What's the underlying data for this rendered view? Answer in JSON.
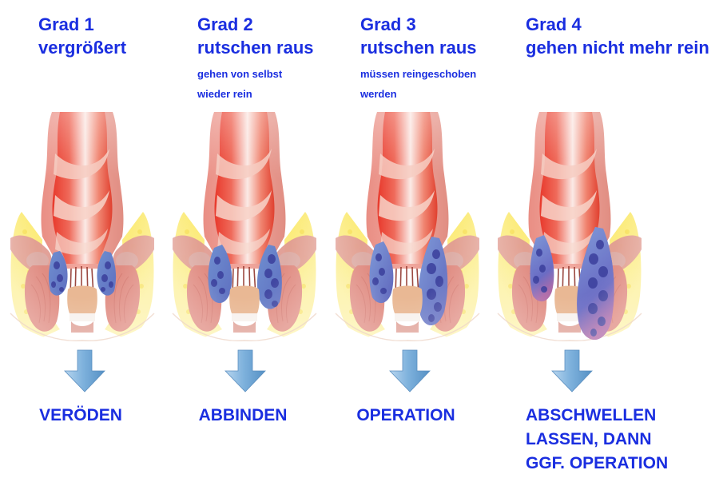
{
  "meta": {
    "accent_blue": "#1a2ee0",
    "arrow_blue_light": "#8ec0e8",
    "arrow_blue_dark": "#4a8fcc",
    "background": "#ffffff"
  },
  "panels": [
    {
      "grade": "Grad 1",
      "description": "vergrößert",
      "notes": [],
      "arrow": "down-arrow-icon",
      "illustration": "hemorrhoid-grade-1-cross-section",
      "treatment": [
        "VERÖDEN"
      ]
    },
    {
      "grade": "Grad 2",
      "description": "rutschen raus",
      "notes": [
        "gehen von selbst",
        "wieder rein"
      ],
      "arrow": "down-arrow-icon",
      "illustration": "hemorrhoid-grade-2-cross-section",
      "treatment": [
        "ABBINDEN"
      ]
    },
    {
      "grade": "Grad 3",
      "description": "rutschen raus",
      "notes": [
        "müssen reingeschoben",
        "werden"
      ],
      "arrow": "down-arrow-icon",
      "illustration": "hemorrhoid-grade-3-cross-section",
      "treatment": [
        "OPERATION"
      ]
    },
    {
      "grade": "Grad 4",
      "description": "gehen nicht mehr rein",
      "notes": [],
      "arrow": "down-arrow-icon",
      "illustration": "hemorrhoid-grade-4-cross-section",
      "treatment": [
        "ABSCHWELLEN",
        "LASSEN, DANN",
        "GGF. OPERATION"
      ]
    }
  ]
}
